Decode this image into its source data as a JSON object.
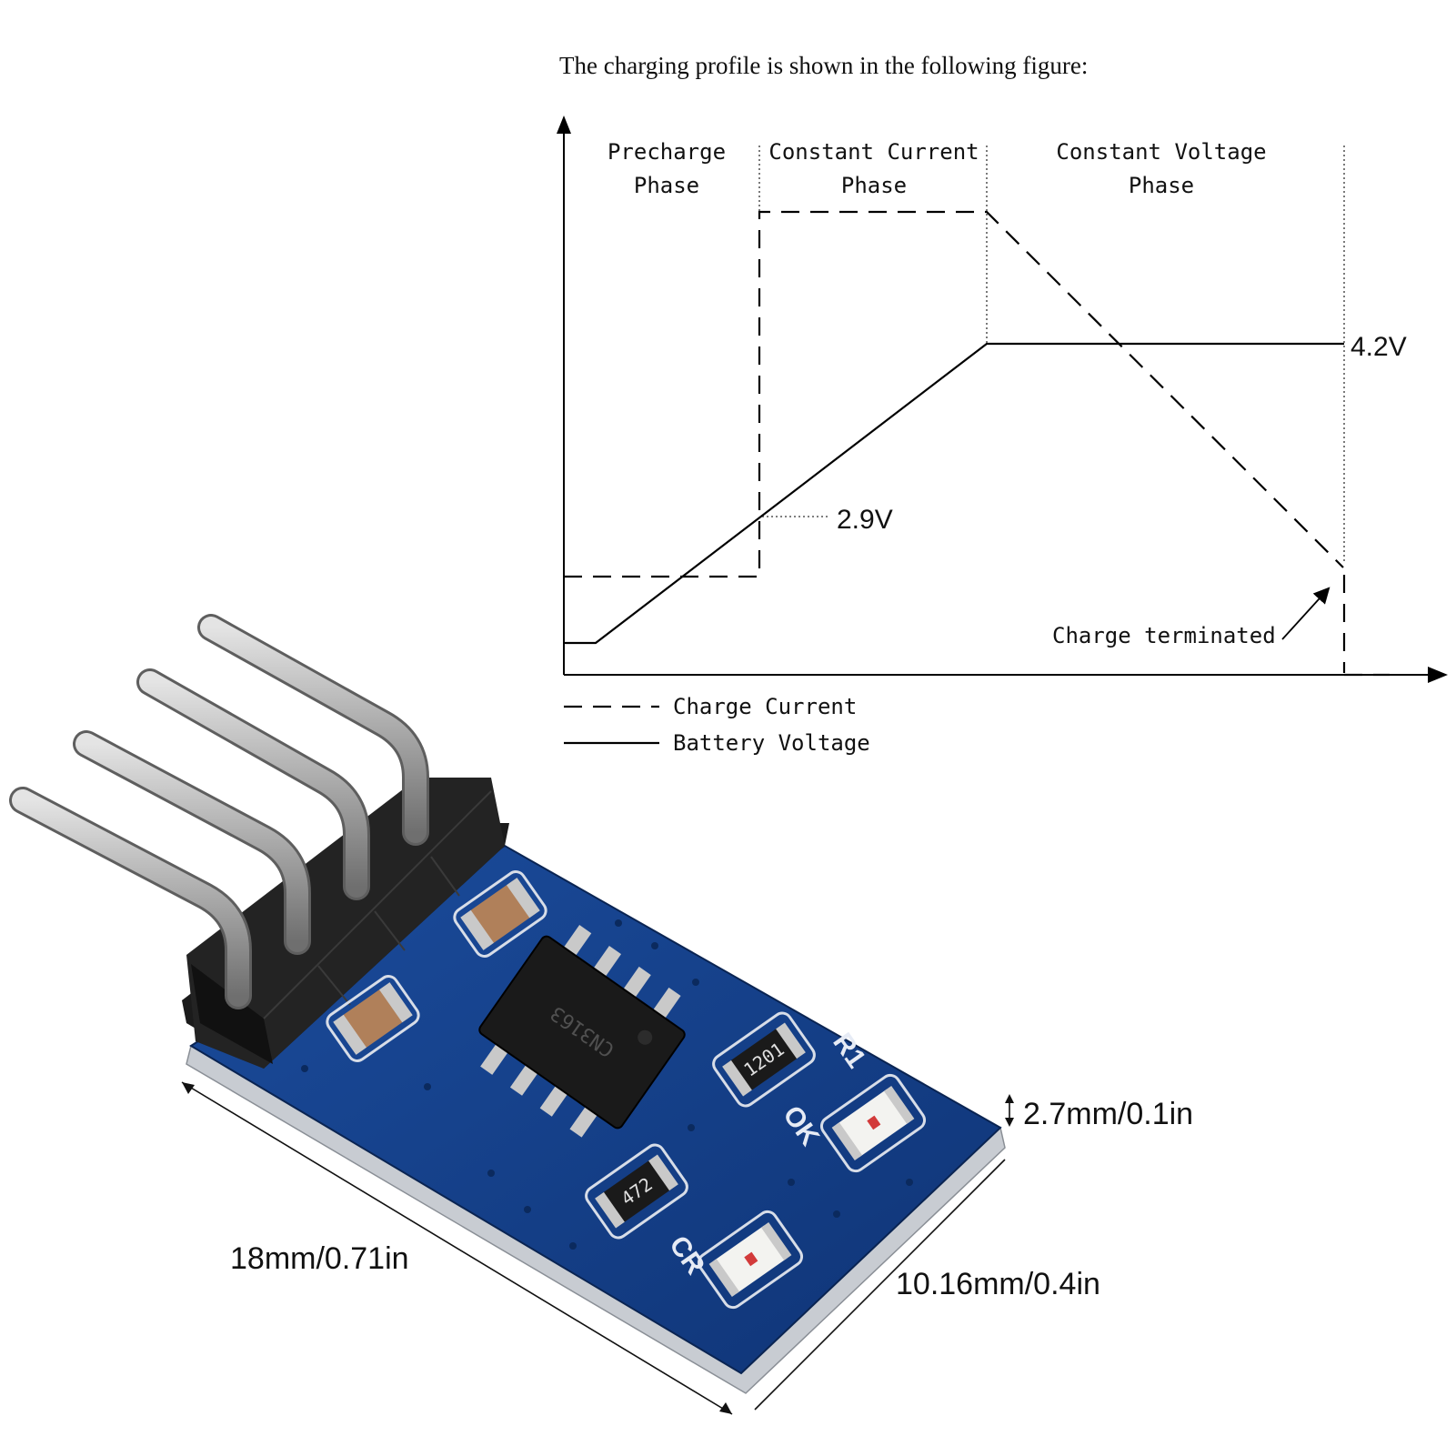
{
  "figure": {
    "caption": "The charging profile is shown in the following figure:",
    "phases": {
      "precharge": [
        "Precharge",
        "Phase"
      ],
      "constant_current": [
        "Constant Current",
        "Phase"
      ],
      "constant_voltage": [
        "Constant Voltage",
        "Phase"
      ]
    },
    "annotations": {
      "v_threshold": "2.9V",
      "v_regulation": "4.2V",
      "charge_terminated": "Charge terminated"
    },
    "legend": {
      "charge_current": "Charge Current",
      "battery_voltage": "Battery Voltage"
    }
  },
  "product": {
    "dimensions": {
      "length": "18mm/0.71in",
      "width": "10.16mm/0.4in",
      "thickness": "2.7mm/0.1in"
    },
    "markings": {
      "chip": "CN3163",
      "resistor_1": "1201",
      "resistor_2": "472",
      "label_r1": "R1",
      "label_ok": "OK",
      "label_cr": "CR"
    },
    "colors": {
      "pcb": "#143f86",
      "pcb_dark": "#0c2a5c",
      "header": "#1b1b1b",
      "pin": "#b9b9b9",
      "chip": "#1a1a1a"
    }
  }
}
